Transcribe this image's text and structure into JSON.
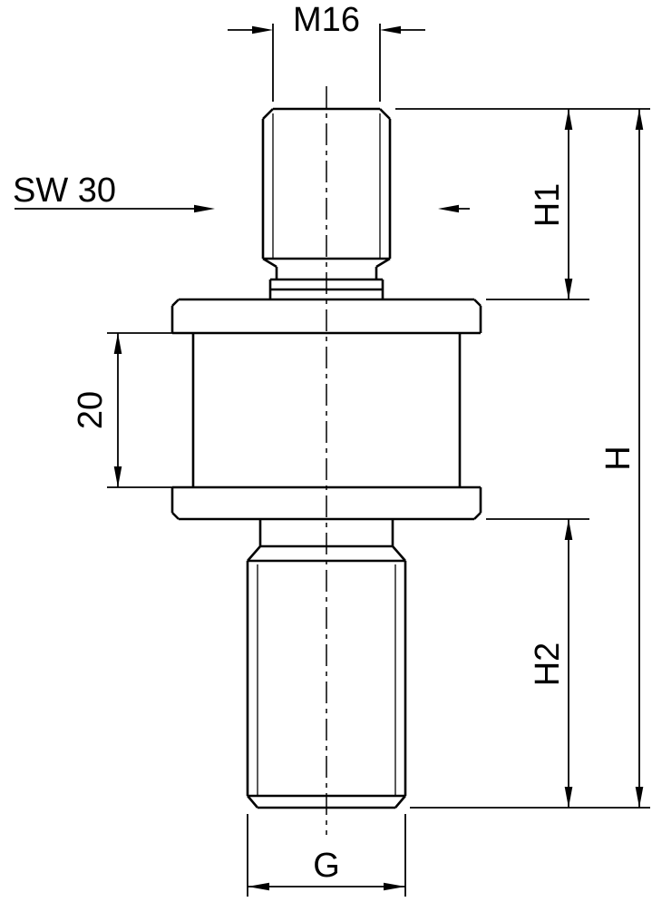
{
  "drawing": {
    "background": "#ffffff",
    "line_color": "#000000",
    "labels": {
      "top_thread": "M16",
      "wrench_size": "SW 30",
      "hex_height": "20",
      "height_h1": "H1",
      "height_h2": "H2",
      "height_total": "H",
      "bottom_thread": "G"
    }
  }
}
